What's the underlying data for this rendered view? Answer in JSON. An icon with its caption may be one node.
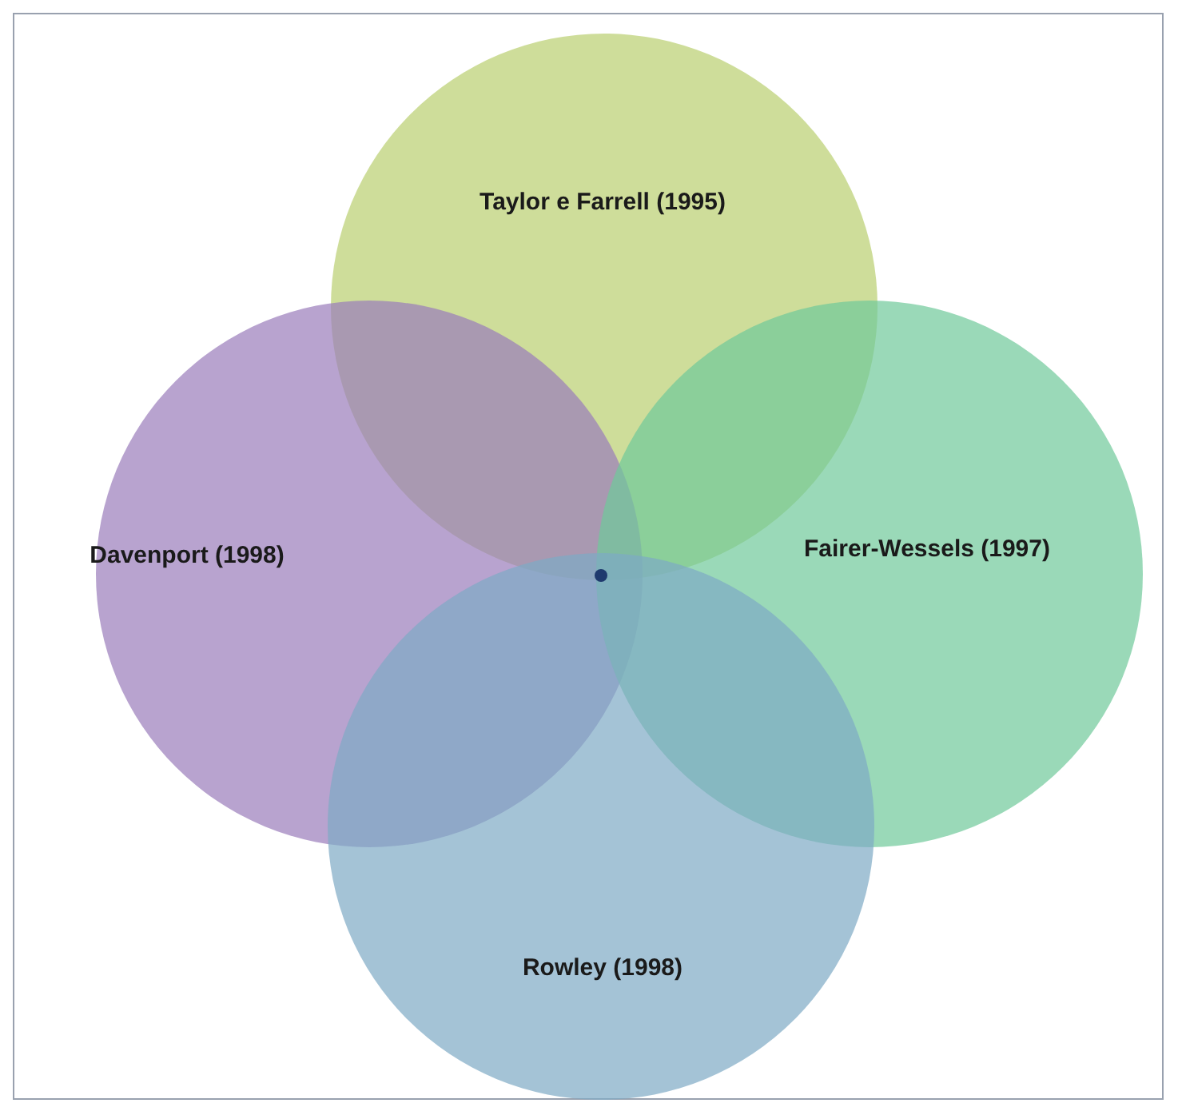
{
  "diagram": {
    "nodes": [
      {
        "text": [
          "Taylor e Farrell (1995)"
        ]
      },
      {
        "text": [
          "Davenport (1998)"
        ]
      },
      {
        "text": [
          "Fairer-Wessels (1997)"
        ]
      },
      {
        "text": [
          "Rowley (1998)"
        ]
      }
    ]
  }
}
